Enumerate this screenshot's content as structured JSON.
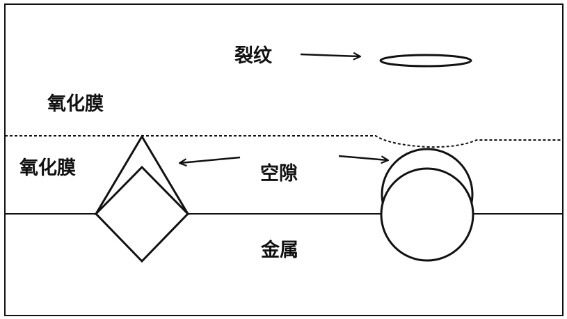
{
  "diagram": {
    "labels": {
      "crack": "裂纹",
      "oxide_film_upper": "氧化膜",
      "oxide_film_lower": "氧化膜",
      "void": "空隙",
      "metal": "金属"
    },
    "colors": {
      "ink": "#111111",
      "background": "#ffffff"
    },
    "elements": [
      "outer-frame",
      "oxide-surface-dashed-line",
      "oxide-metal-interface-line",
      "crack-ellipse",
      "triangle-void-outline",
      "diamond-void-outline",
      "circle-void-upper",
      "circle-void-lower",
      "arrow-to-crack",
      "arrow-to-left-void",
      "arrow-to-right-void"
    ]
  }
}
